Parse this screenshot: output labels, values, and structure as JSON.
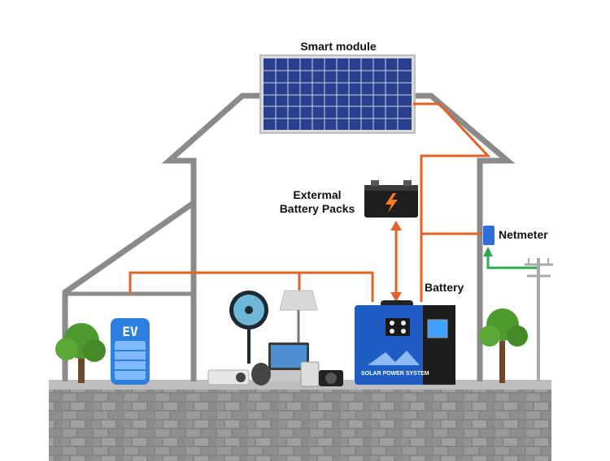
{
  "labels": {
    "smart_module": "Smart module",
    "external_battery_line1": "Extermal",
    "external_battery_line2": "Battery Packs",
    "netmeter": "Netmeter",
    "battery": "Battery",
    "ev": "EV",
    "system_brand": "SOLAR POWER SYSTEM"
  },
  "colors": {
    "house_outline": "#8a8a8a",
    "wire": "#e0622a",
    "grid_line": "#2fa84f",
    "panel_blue": "#2b3f8f",
    "system_blue": "#1f5cc4",
    "ev_blue": "#2d7fe0",
    "meter_blue": "#2b6fd6",
    "wall_grey": "#7a7a7a",
    "tree_green": "#4f9a2e"
  }
}
